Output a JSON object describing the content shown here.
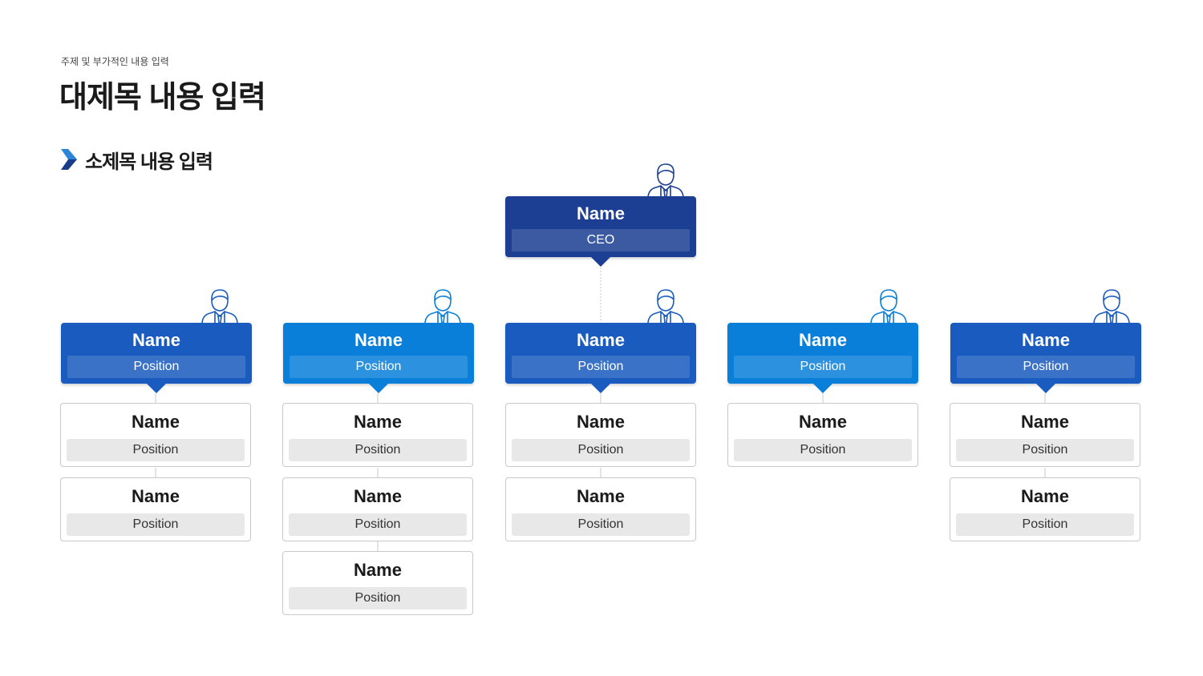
{
  "header": {
    "subtitle": "주제 및 부가적인 내용 입력",
    "title": "대제목 내용 입력",
    "section_title": "소제목 내용 입력"
  },
  "colors": {
    "ceo": "#1c3f93",
    "dark_blue": "#1a5bbf",
    "light_blue": "#0a7fd9",
    "chevron_dark": "#1a3a8a",
    "chevron_light": "#2b86d9"
  },
  "ceo": {
    "name": "Name",
    "position": "CEO",
    "icon": "person-icon"
  },
  "departments": [
    {
      "name": "Name",
      "position": "Position",
      "color": "#1a5bbf",
      "icon": "person-icon",
      "members": [
        {
          "name": "Name",
          "position": "Position"
        },
        {
          "name": "Name",
          "position": "Position"
        }
      ]
    },
    {
      "name": "Name",
      "position": "Position",
      "color": "#0a7fd9",
      "icon": "person-icon",
      "members": [
        {
          "name": "Name",
          "position": "Position"
        },
        {
          "name": "Name",
          "position": "Position"
        },
        {
          "name": "Name",
          "position": "Position"
        }
      ]
    },
    {
      "name": "Name",
      "position": "Position",
      "color": "#1a5bbf",
      "icon": "person-icon",
      "members": [
        {
          "name": "Name",
          "position": "Position"
        },
        {
          "name": "Name",
          "position": "Position"
        }
      ]
    },
    {
      "name": "Name",
      "position": "Position",
      "color": "#0a7fd9",
      "icon": "person-icon",
      "members": [
        {
          "name": "Name",
          "position": "Position"
        }
      ]
    },
    {
      "name": "Name",
      "position": "Position",
      "color": "#1a5bbf",
      "icon": "person-icon",
      "members": [
        {
          "name": "Name",
          "position": "Position"
        },
        {
          "name": "Name",
          "position": "Position"
        }
      ]
    }
  ]
}
